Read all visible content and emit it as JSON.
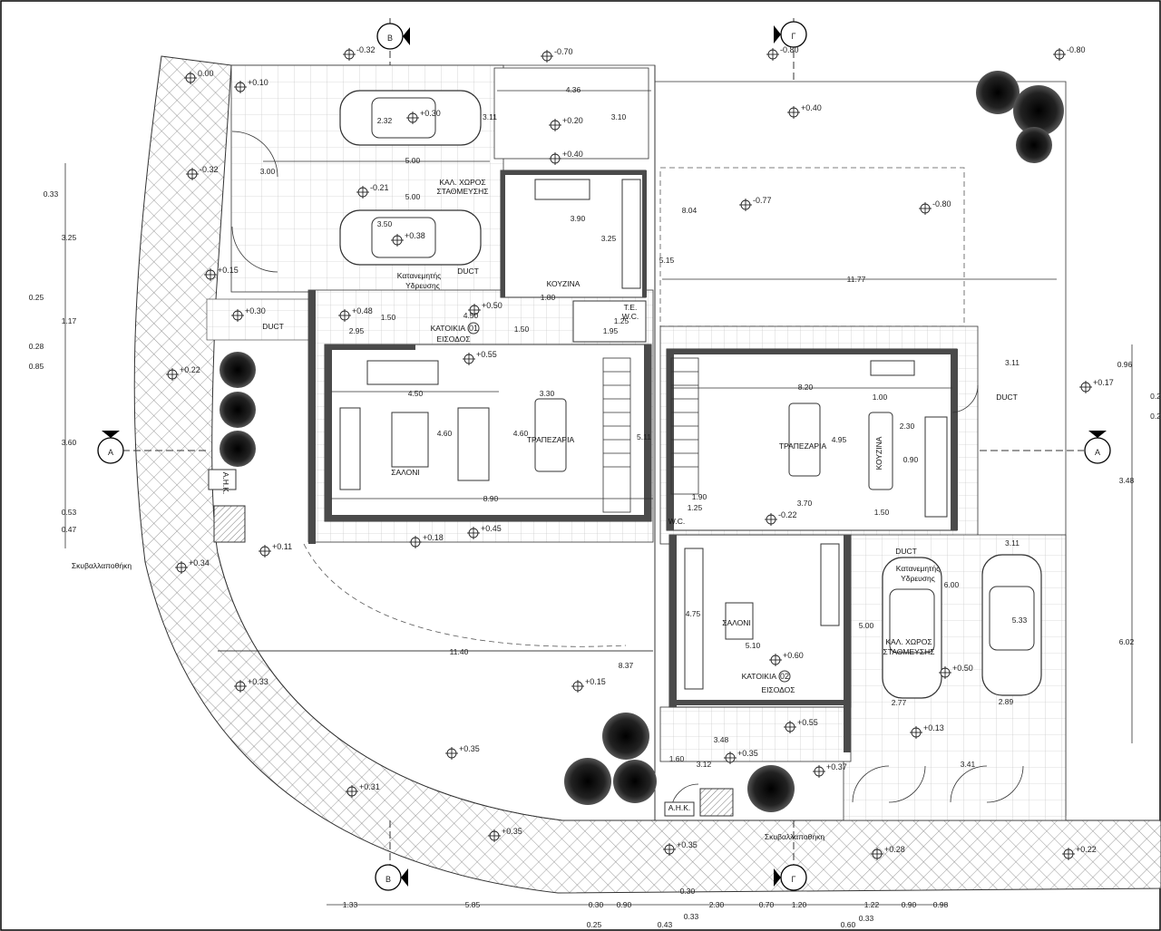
{
  "section_markers": {
    "b_top": "B",
    "g_top": "Γ",
    "a_left": "A",
    "a_right": "A",
    "b_bottom": "B",
    "g_bottom": "Γ"
  },
  "unit1": {
    "unit_label": "ΚΑΤΟΙΚΙΑ",
    "unit_number": "01",
    "entrance": "ΕΙΣΟΔΟΣ",
    "living": "ΣΑΛΟΝΙ",
    "dining": "ΤΡΑΠΕΖΑΡΙΑ",
    "kitchen": "ΚΟΥΖΙΝΑ",
    "parking_line1": "ΚΑΛ. ΧΩΡΟΣ",
    "parking_line2": "ΣΤΑΘΜΕΥΣΗΣ",
    "water_line1": "Κατανεμητής",
    "water_line2": "Υδρευσης",
    "duct1": "DUCT",
    "duct2": "DUCT",
    "te": "T.E.",
    "wc": "W.C.",
    "ahk": "A.H.K.",
    "bin_store": "Σκυβαλλαποθήκη"
  },
  "unit2": {
    "unit_label": "ΚΑΤΟΙΚΙΑ",
    "unit_number": "02",
    "entrance": "ΕΙΣΟΔΟΣ",
    "living": "ΣΑΛΟΝΙ",
    "dining": "ΤΡΑΠΕΖΑΡΙΑ",
    "kitchen": "ΚΟΥΖΙΝΑ",
    "parking_line1": "ΚΑΛ. ΧΩΡΟΣ",
    "parking_line2": "ΣΤΑΘΜΕΥΣΗΣ",
    "water_line1": "Κατανεμητής",
    "water_line2": "Υδρευσης",
    "duct1": "DUCT",
    "duct2": "DUCT",
    "wc": "W.C.",
    "ahk": "A.H.K.",
    "bin_store": "Σκυβαλλαποθήκη"
  },
  "levels": {
    "l1": "-0.32",
    "l2": "-0.70",
    "l3": "-0.80",
    "l4": "-0.80",
    "l5": "+0.10",
    "l6": "0.00",
    "l7": "+0.30",
    "l8": "+0.20",
    "l9": "+0.40",
    "l10": "+0.40",
    "l11": "-0.32",
    "l12": "-0.21",
    "l13": "-0.77",
    "l14": "-0.80",
    "l15": "+0.38",
    "l16": "+0.15",
    "l17": "+0.30",
    "l18": "+0.48",
    "l19": "+0.55",
    "l20": "+0.50",
    "l21": "+0.17",
    "l22": "+0.22",
    "l23": "+0.11",
    "l24": "+0.34",
    "l25": "+0.45",
    "l26": "+0.18",
    "l27": "-0.22",
    "l28": "+0.60",
    "l29": "+0.50",
    "l30": "+0.15",
    "l31": "+0.33",
    "l32": "+0.55",
    "l33": "+0.13",
    "l34": "+0.35",
    "l35": "+0.35",
    "l36": "+0.37",
    "l37": "+0.31",
    "l38": "+0.35",
    "l39": "+0.35",
    "l40": "+0.28",
    "l41": "+0.22"
  },
  "dims": {
    "d1": "4.36",
    "d2": "3.10",
    "d3": "2.32",
    "d4": "3.11",
    "d5": "5.00",
    "d6": "5.00",
    "d7": "3.50",
    "d8": "3.90",
    "d9": "3.25",
    "d10": "8.04",
    "d11": "5.15",
    "d12": "11.77",
    "d13": "3.00",
    "d14": "4.50",
    "d15": "1.50",
    "d16": "2.95",
    "d17": "1.50",
    "d18": "1.80",
    "d19": "1.95",
    "d20": "1.25",
    "d21": "4.50",
    "d22": "3.30",
    "d23": "4.60",
    "d24": "4.60",
    "d25": "5.11",
    "d26": "8.90",
    "d27": "8.20",
    "d28": "1.00",
    "d29": "2.30",
    "d30": "4.95",
    "d31": "0.90",
    "d32": "3.70",
    "d33": "1.50",
    "d34": "1.90",
    "d35": "1.25",
    "d36": "3.11",
    "d37": "6.02",
    "d38": "3.48",
    "d39": "3.11",
    "d40": "5.00",
    "d41": "5.33",
    "d42": "4.75",
    "d43": "5.10",
    "d44": "11.40",
    "d45": "8.37",
    "d46": "3.48",
    "d47": "1.60",
    "d48": "3.12",
    "d49": "2.77",
    "d50": "2.89",
    "d51": "3.41",
    "d52": "6.00"
  },
  "left_dims": {
    "v1": "0.33",
    "v2": "3.25",
    "v3": "0.25",
    "v4": "1.17",
    "v5": "0.28",
    "v6": "0.85",
    "v7": "3.60",
    "v8": "0.53",
    "v9": "0.47"
  },
  "right_dims": {
    "r1": "0.96",
    "r2": "0.2",
    "r3": "0.2"
  },
  "bottom_dims": {
    "b1": "1.33",
    "b2": "5.85",
    "b3": "0.30",
    "b4": "0.90",
    "b5": "0.30",
    "b6": "2.30",
    "b7": "0.70",
    "b8": "1.20",
    "b9": "1.22",
    "b10": "0.90",
    "b11": "0.98",
    "b12": "0.25",
    "b13": "0.43",
    "b14": "0.33",
    "b15": "0.33",
    "b16": "0.60"
  }
}
